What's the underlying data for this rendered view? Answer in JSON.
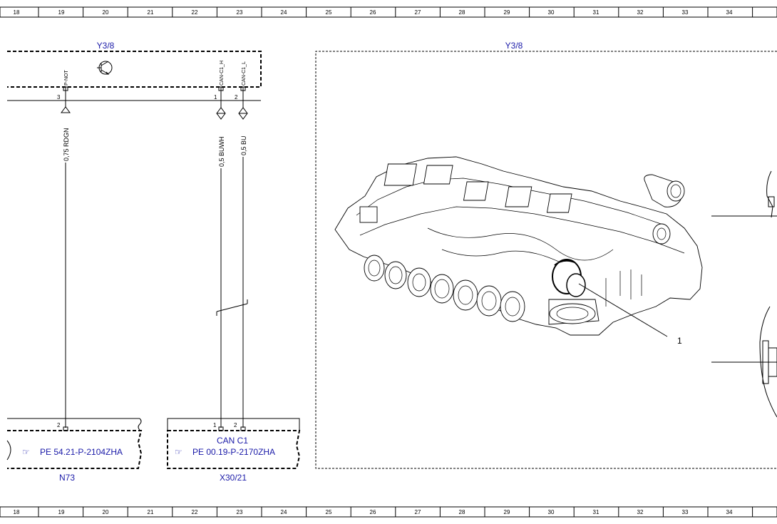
{
  "ruler": {
    "numbers": [
      "18",
      "19",
      "20",
      "21",
      "22",
      "23",
      "24",
      "25",
      "26",
      "27",
      "28",
      "29",
      "30",
      "31",
      "32",
      "33",
      "34"
    ]
  },
  "module_left": {
    "title": "Y3/8",
    "signals": [
      "P-NOT",
      "CAN-C1_H",
      "CAN-C1_L"
    ],
    "pins": [
      "3",
      "1",
      "2"
    ]
  },
  "wires": [
    {
      "label": "0,75 RDGN"
    },
    {
      "label": "0,5 BUWH"
    },
    {
      "label": "0,5 BU"
    }
  ],
  "component_n73": {
    "name": "N73",
    "pin": "2",
    "reference": "PE 54.21-P-2104ZHA"
  },
  "component_x30": {
    "name": "X30/21",
    "pins": [
      "1",
      "2"
    ],
    "label": "CAN C1",
    "reference": "PE 00.19-P-2170ZHA"
  },
  "photo_panel": {
    "title": "Y3/8",
    "callout": "1"
  }
}
